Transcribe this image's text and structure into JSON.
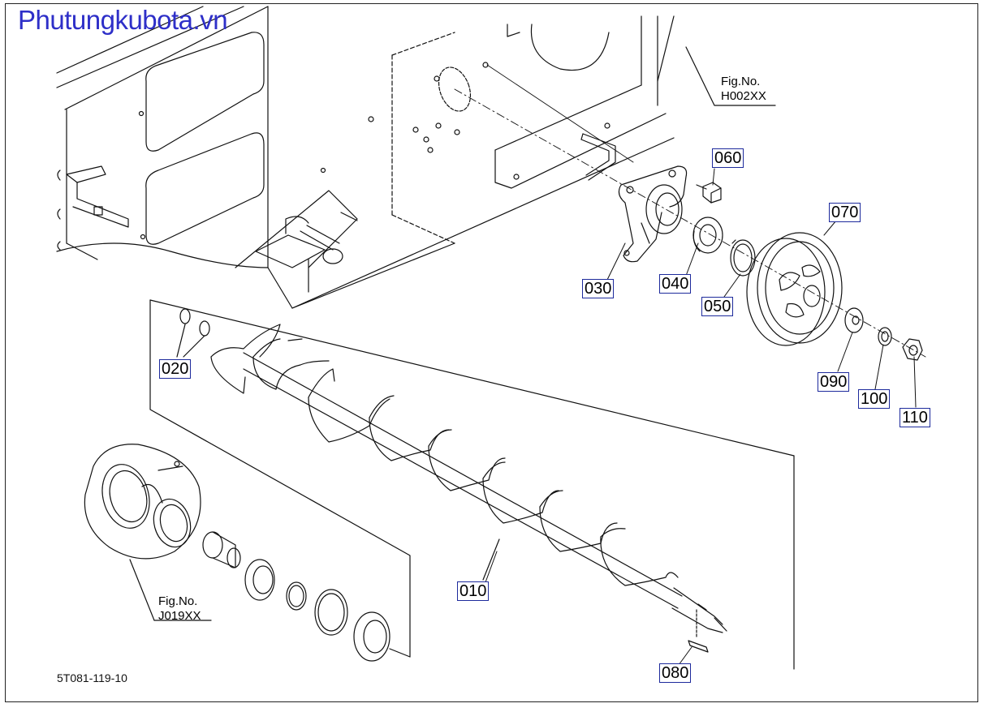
{
  "watermark": "Phutungkubota.vn",
  "drawing_code": "5T081-119-10",
  "figure_refs": [
    {
      "label": "Fig.No.",
      "code": "H002XX"
    },
    {
      "label": "Fig.No.",
      "code": "J019XX"
    }
  ],
  "callouts": {
    "p010": "010",
    "p020": "020",
    "p030": "030",
    "p040": "040",
    "p050": "050",
    "p060": "060",
    "p070": "070",
    "p080": "080",
    "p090": "090",
    "p100": "100",
    "p110": "110"
  },
  "colors": {
    "line": "#111111",
    "callout_border": "#1d2a9c",
    "watermark": "#2e2fc8"
  }
}
